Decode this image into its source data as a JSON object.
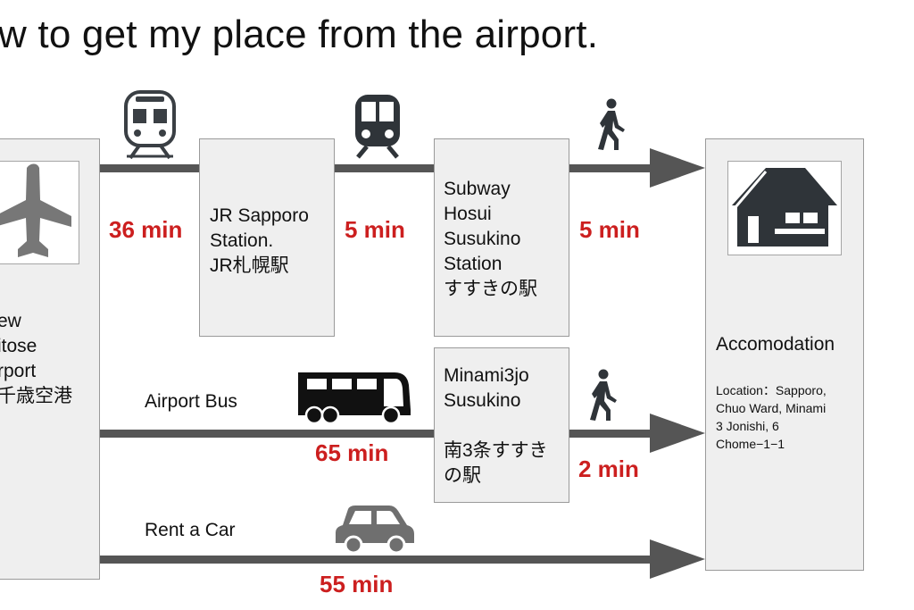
{
  "title": "w to get my place from the airport.",
  "origin": {
    "label": "ew\nitose\nrport\n千歳空港",
    "icon": "airplane-icon"
  },
  "stations": {
    "jr_sapporo": "JR Sapporo\nStation.\nJR札幌駅",
    "subway_hosui": "Subway\nHosui\nSusukino\nStation\nすすきの駅",
    "minami3jo": "Minami3jo\nSusukino\n\n南3条すすき\nの駅"
  },
  "destination": {
    "title": "Accomodation",
    "location": "Location：Sapporo,\nChuo Ward, Minami\n3 Jonishi, 6\nChome−1−1",
    "icon": "house-icon"
  },
  "routes": {
    "train": {
      "leg1_duration": "36 min",
      "leg2_duration": "5 min",
      "leg3_duration": "5 min",
      "icons": [
        "train-icon",
        "subway-icon",
        "walking-person-icon"
      ]
    },
    "bus": {
      "label": "Airport Bus",
      "duration": "65 min",
      "walk_duration": "2 min",
      "icons": [
        "bus-icon",
        "walking-person-icon"
      ]
    },
    "car": {
      "label": "Rent a Car",
      "duration": "55 min",
      "icons": [
        "car-icon"
      ]
    }
  },
  "colors": {
    "duration_text": "#cc1f1f",
    "line": "#555555",
    "box_fill": "#efefef",
    "icon_dark": "#2f3439",
    "icon_gray": "#777777"
  }
}
